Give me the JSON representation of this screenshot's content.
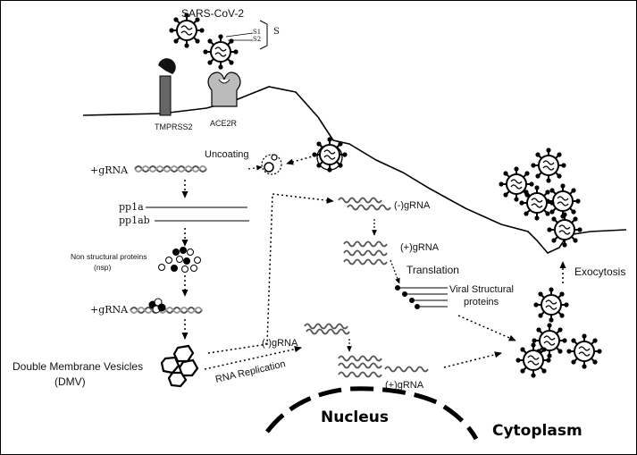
{
  "labels": {
    "virus_name": "SARS-CoV-2",
    "s1": "S1",
    "s2": "S2",
    "s": "S",
    "tmprss2": "TMPRSS2",
    "ace2r": "ACE2R",
    "uncoating": "Uncoating",
    "grna_top": "+gRNA",
    "pp1a": "pp1a",
    "pp1ab": "pp1ab",
    "nsp_line1": "Non structural proteins",
    "nsp_line2": "(nsp)",
    "grna_mid": "+gRNA",
    "dmv_line1": "Double Membrane Vesicles",
    "dmv_line2": "(DMV)",
    "rna_replication": "RNA  Replication",
    "neg_grna_left": "(-)gRNA",
    "pos_grna_bottom": "(+)gRNA",
    "neg_grna_top": "(-)gRNA",
    "pos_grna_top": "(+)gRNA",
    "translation": "Translation",
    "viral_structural_line1": "Viral Structural",
    "viral_structural_line2": "proteins",
    "exocytosis": "Exocytosis",
    "nucleus": "Nucleus",
    "cytoplasm": "Cytoplasm"
  }
}
